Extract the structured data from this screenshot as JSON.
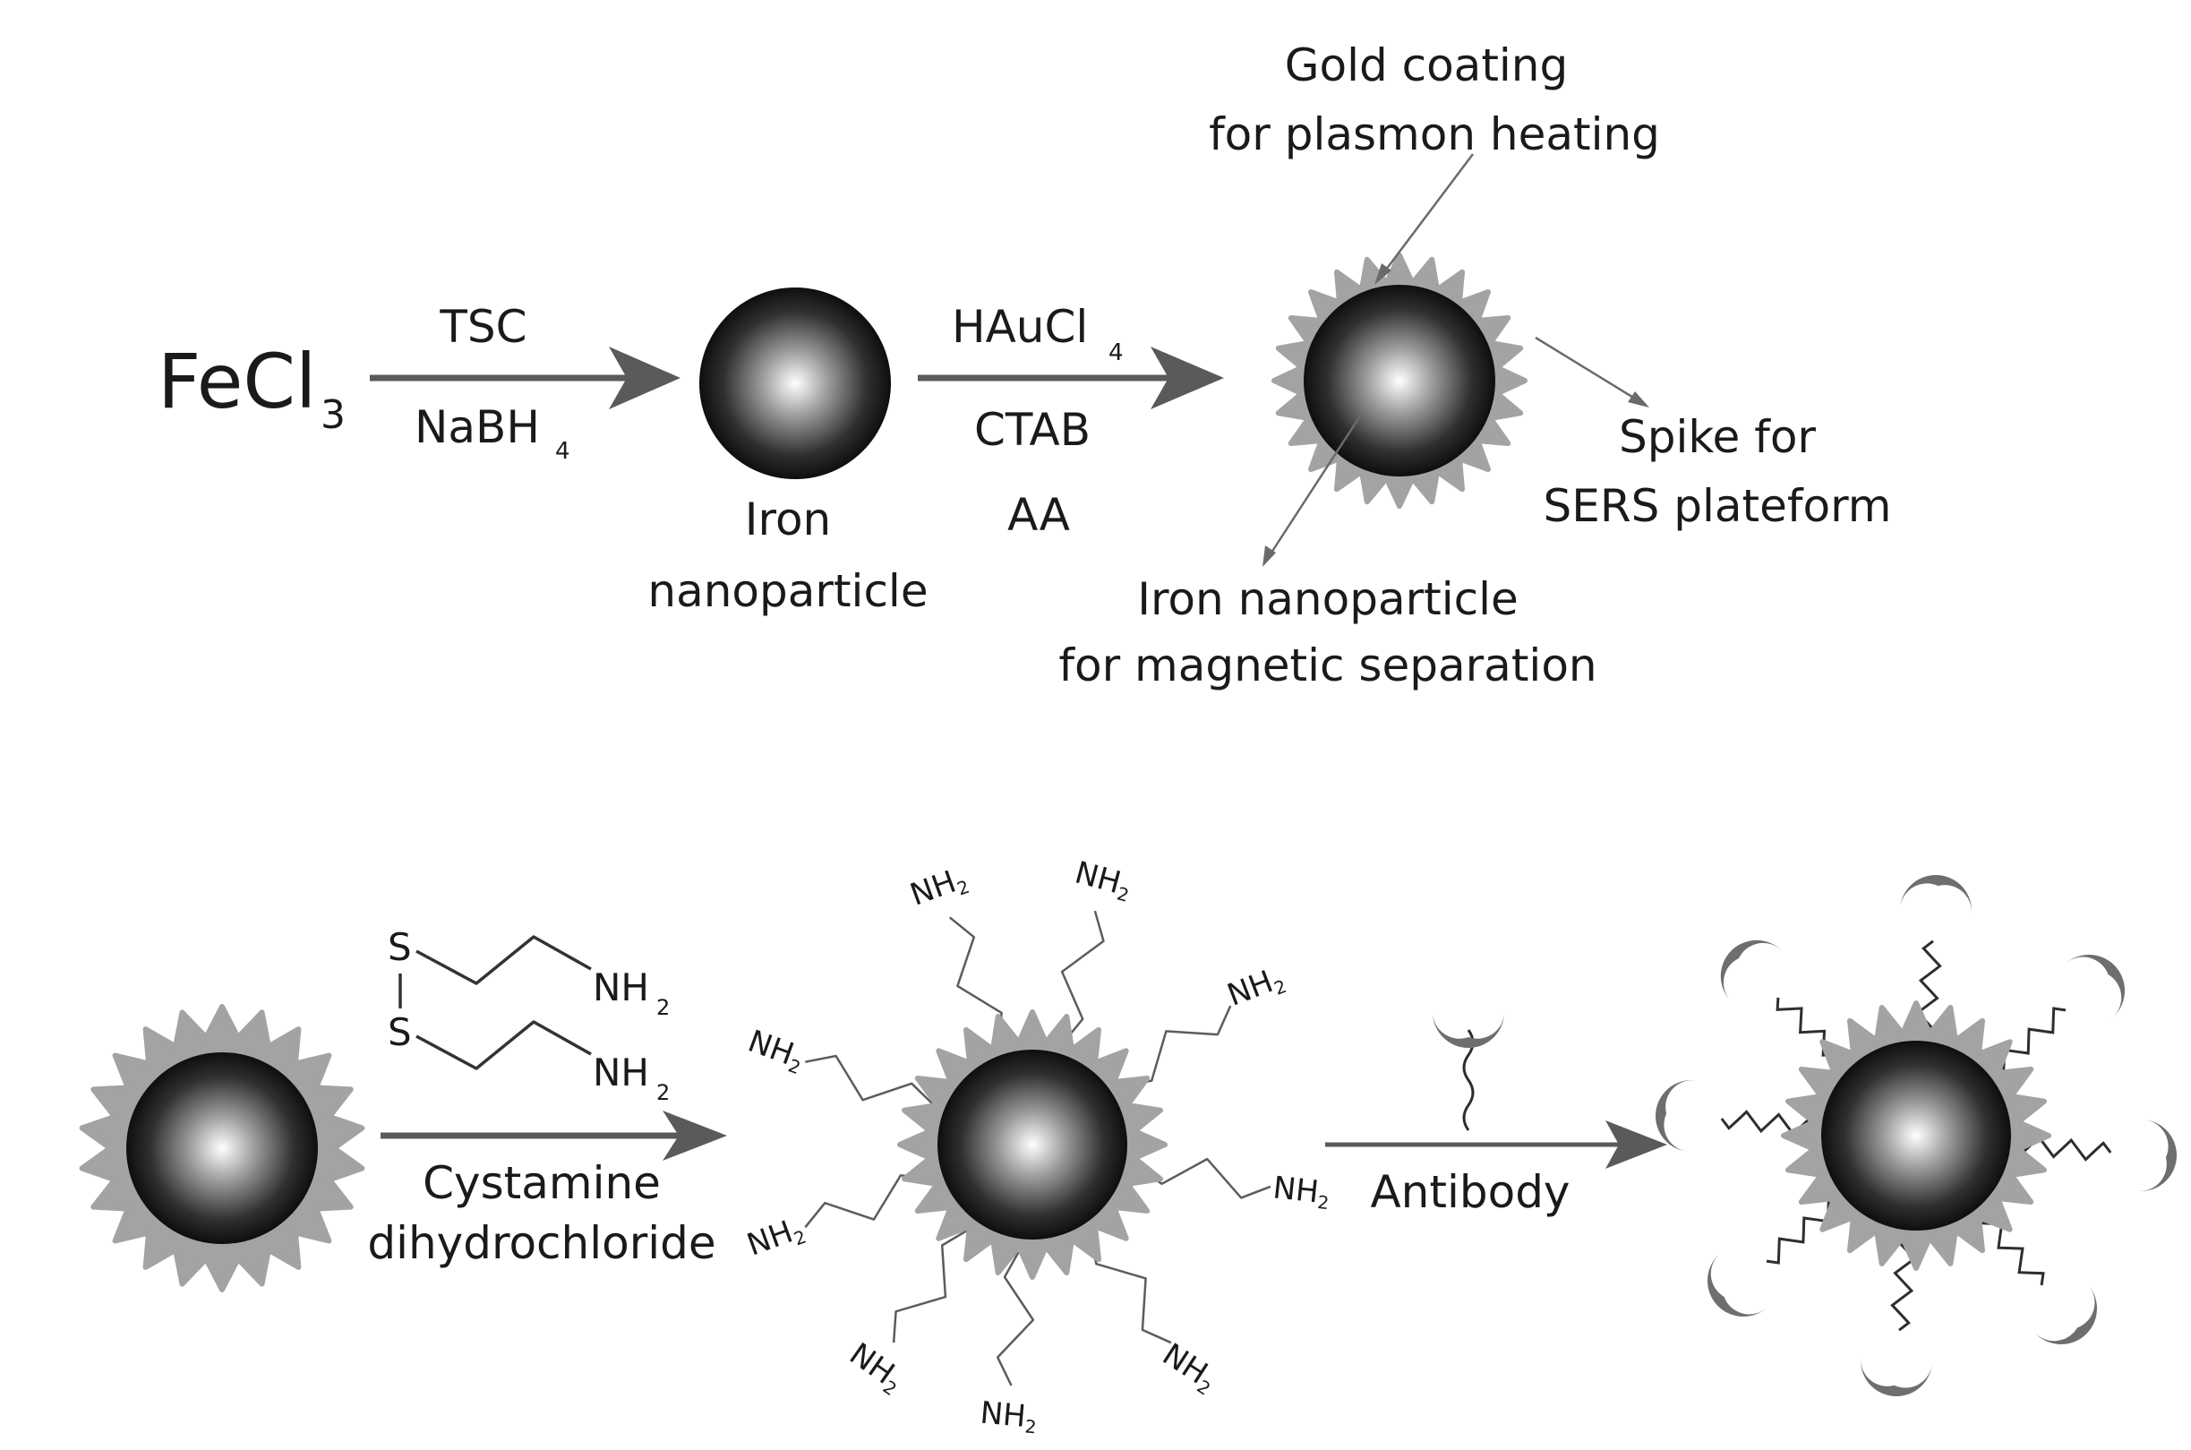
{
  "labels": {
    "reactant": "FeCl",
    "reactant_sub": "3",
    "step1_top": "TSC",
    "step1_bottom": "NaBH",
    "step1_bottom_sub": "4",
    "iron_np": [
      "Iron",
      "nanoparticle"
    ],
    "step2_top": "HAuCl",
    "step2_top_sub": "4",
    "step2_mid": "CTAB",
    "step2_bottom": "AA",
    "gold_coating": [
      "Gold coating",
      "for plasmon heating"
    ],
    "spike": [
      "Spike for",
      "SERS plateform"
    ],
    "iron_core": [
      "Iron nanoparticle",
      "for magnetic separation"
    ],
    "step3_reagent": [
      "Cystamine",
      "dihydrochloride"
    ],
    "step4_reagent": "Antibody"
  },
  "cystamine": {
    "s_atom": "S",
    "amine": "NH",
    "amine_sub": "2"
  },
  "amine_group": {
    "text": "NH",
    "sub": "2"
  },
  "colors": {
    "shell": "#a3a3a3",
    "core_dark": "#111111",
    "core_light": "#ffffff",
    "arrow": "#5a5a5a",
    "antibody": "#6e6e6e"
  }
}
